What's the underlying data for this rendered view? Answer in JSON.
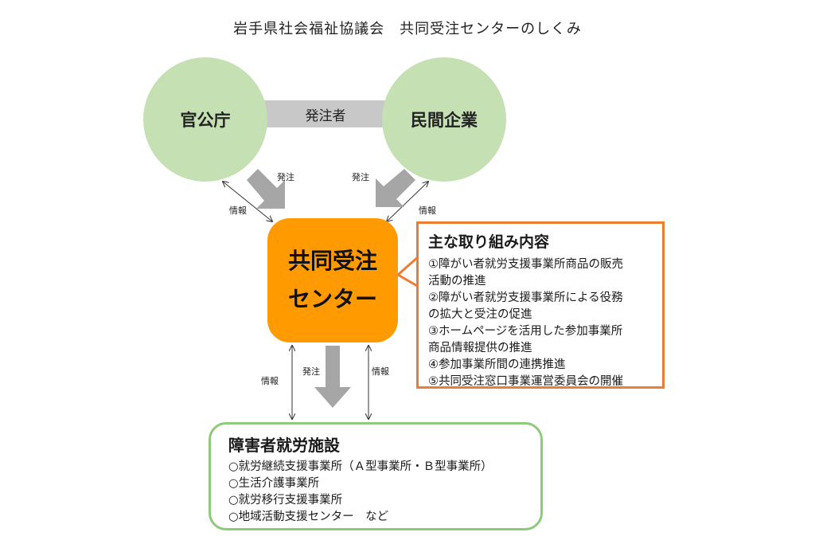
{
  "title": "岩手県社会福祉協議会　共同受注センターのしくみ",
  "nodes": {
    "gov": "官公庁",
    "private": "民間企業",
    "orderer": "発注者",
    "center_line1": "共同受注",
    "center_line2": "センター"
  },
  "labels": {
    "order": "発注",
    "info": "情報"
  },
  "activities": {
    "title": "主な取り組み内容",
    "items": [
      "①障がい者就労支援事業所商品の販売",
      "活動の推進",
      "②障がい者就労支援事業所による役務",
      "の拡大と受注の促進",
      "③ホームページを活用した参加事業所",
      "商品情報提供の推進",
      "④参加事業所間の連携推進",
      "⑤共同受注窓口事業運営委員会の開催"
    ]
  },
  "facility": {
    "title": "障害者就労施設",
    "items": [
      "○就労継続支援事業所（Ａ型事業所・Ｂ型事業所）",
      "○生活介護事業所",
      "○就労移行支援事業所",
      "○地域活動支援センター　など"
    ]
  },
  "colors": {
    "circle": "#c5e0b3",
    "center": "#ff9a00",
    "box_border": "#ed7d31",
    "facility_border": "#8fc97a",
    "arrow": "#a6a6a6"
  }
}
